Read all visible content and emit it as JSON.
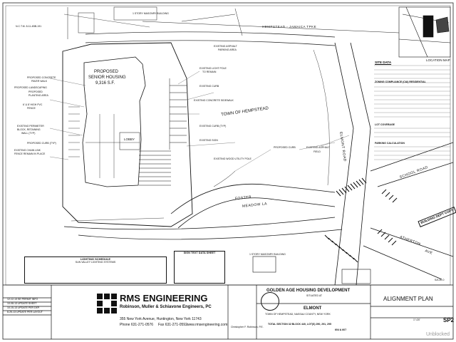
{
  "map": {
    "jericho_road": "HEMPSTEAD - JAMAICA TPKE",
    "town_label": "TOWN OF HEMPSTEAD",
    "street_foster": "FOSTER",
    "street_meadow": "MEADOW LA",
    "street_elmont_road": "ELMONT ROAD",
    "street_school_road": "SCHOOL ROAD",
    "street_atherton": "ATHERTON",
    "street_atherton_ave": "AVE",
    "building_label_line1": "PROPOSED",
    "building_label_line2": "SENIOR HOUSING",
    "building_area": "9,316 S.F.",
    "lobby": "LOBBY",
    "building_dept_stamp": "BUILDING DEPT COPY",
    "location_map": "LOCATION MAP",
    "existing_building_top": "1 STORY MASONRY BUILDING",
    "existing_building_bottom": "1 STORY MASONRY BUILDING",
    "notes_left": [
      "N.C.T.M. 8-11-4BB-191",
      "PROPOSED CONCRETE",
      "PAVER WALK",
      "PROPOSED",
      "PLANTING AREA",
      "PROPOSED LANDSCAPING",
      "6' & 8' HIGH PVC",
      "FENCE",
      "EXISTING PERIMETER",
      "BLOCK, RETAINING",
      "WALL (TYP)",
      "PROPOSED CURB (TYP)",
      "EXISTING CHAIN LINK",
      "FENCE REMAIN IN PLACE"
    ],
    "notes_right": [
      "EXISTING LIGHT POLE",
      "TO REMAIN",
      "EXISTING CURB",
      "EXISTING ASPHALT",
      "PARKING AREA",
      "EXISTING CONCRETE SIDEWALK",
      "EXISTING CURB (TYP)",
      "EXISTING WOOD UTILITY POLE",
      "EXISTING SIGN",
      "PROPOSED CURB",
      "EXISTING ASPHALT",
      "FIELD"
    ]
  },
  "right_panel": {
    "site_data": "SITE DATA",
    "zoning": "ZONING COMPLIANCE (C&I) RESIDENTIAL",
    "lot_coverage": "LOT COVERAGE",
    "parking": "PARKING CALCULATION",
    "sheet_ref": "S/A 40-0"
  },
  "lighting_schedule": {
    "title": "LIGHTING SCHEDULE",
    "subtitle": "SUN VALLEY LIGHTING SYSTEMS"
  },
  "sign_text": {
    "title": "SIGN TEXT DATA SHEET"
  },
  "title_block": {
    "firm_name": "RMS ENGINEERING",
    "firm_full": "Robinson, Muller & Schiavone Engineers, PC",
    "address": "355 New York Avenue, Huntington, New York 11743",
    "phone": "Phone 631-271-0576",
    "fax": "Fax 631-271-0592",
    "web": "www.rmsengineering.com",
    "engineer": "Christopher F. Robinson, P.E.",
    "project_title": "GOLDEN AGE HOUSING DEVELOPMENT",
    "situated_at": "SITUATED AT",
    "place": "ELMONT",
    "town_county": "TOWN OF HEMPSTEAD, NASSAU COUNTY, NEW YORK",
    "tax_section": "TOTAL SECTION 32 BLOCK 440, LOT(S) 290, 291, 295",
    "lots_2": "604 & 607",
    "sheet_title": "ALIGNMENT PLAN",
    "sheet_no": "SP2",
    "scale": "1\"=20'",
    "revisions": [
      "12-12-13  SE PERMIT INFO",
      "10-08-13  UPDATE SHEET",
      "10-15-13  UPDATE PER DEP.",
      "8-25-13  UPDATE PER LAYOUT"
    ]
  },
  "watermark": "Unblocked"
}
